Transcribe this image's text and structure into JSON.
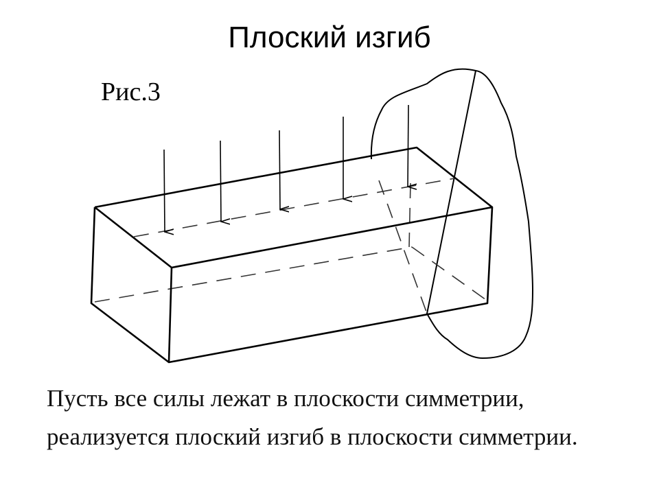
{
  "slide": {
    "title": "Плоский изгиб",
    "figure_label": "Рис.3",
    "caption": "Пусть все силы лежат в плоскости симметрии, реализуется плоский изгиб в плоскости симметрии."
  },
  "figure": {
    "description_icon": "beam-with-distributed-load-icon",
    "force_count": 5
  }
}
